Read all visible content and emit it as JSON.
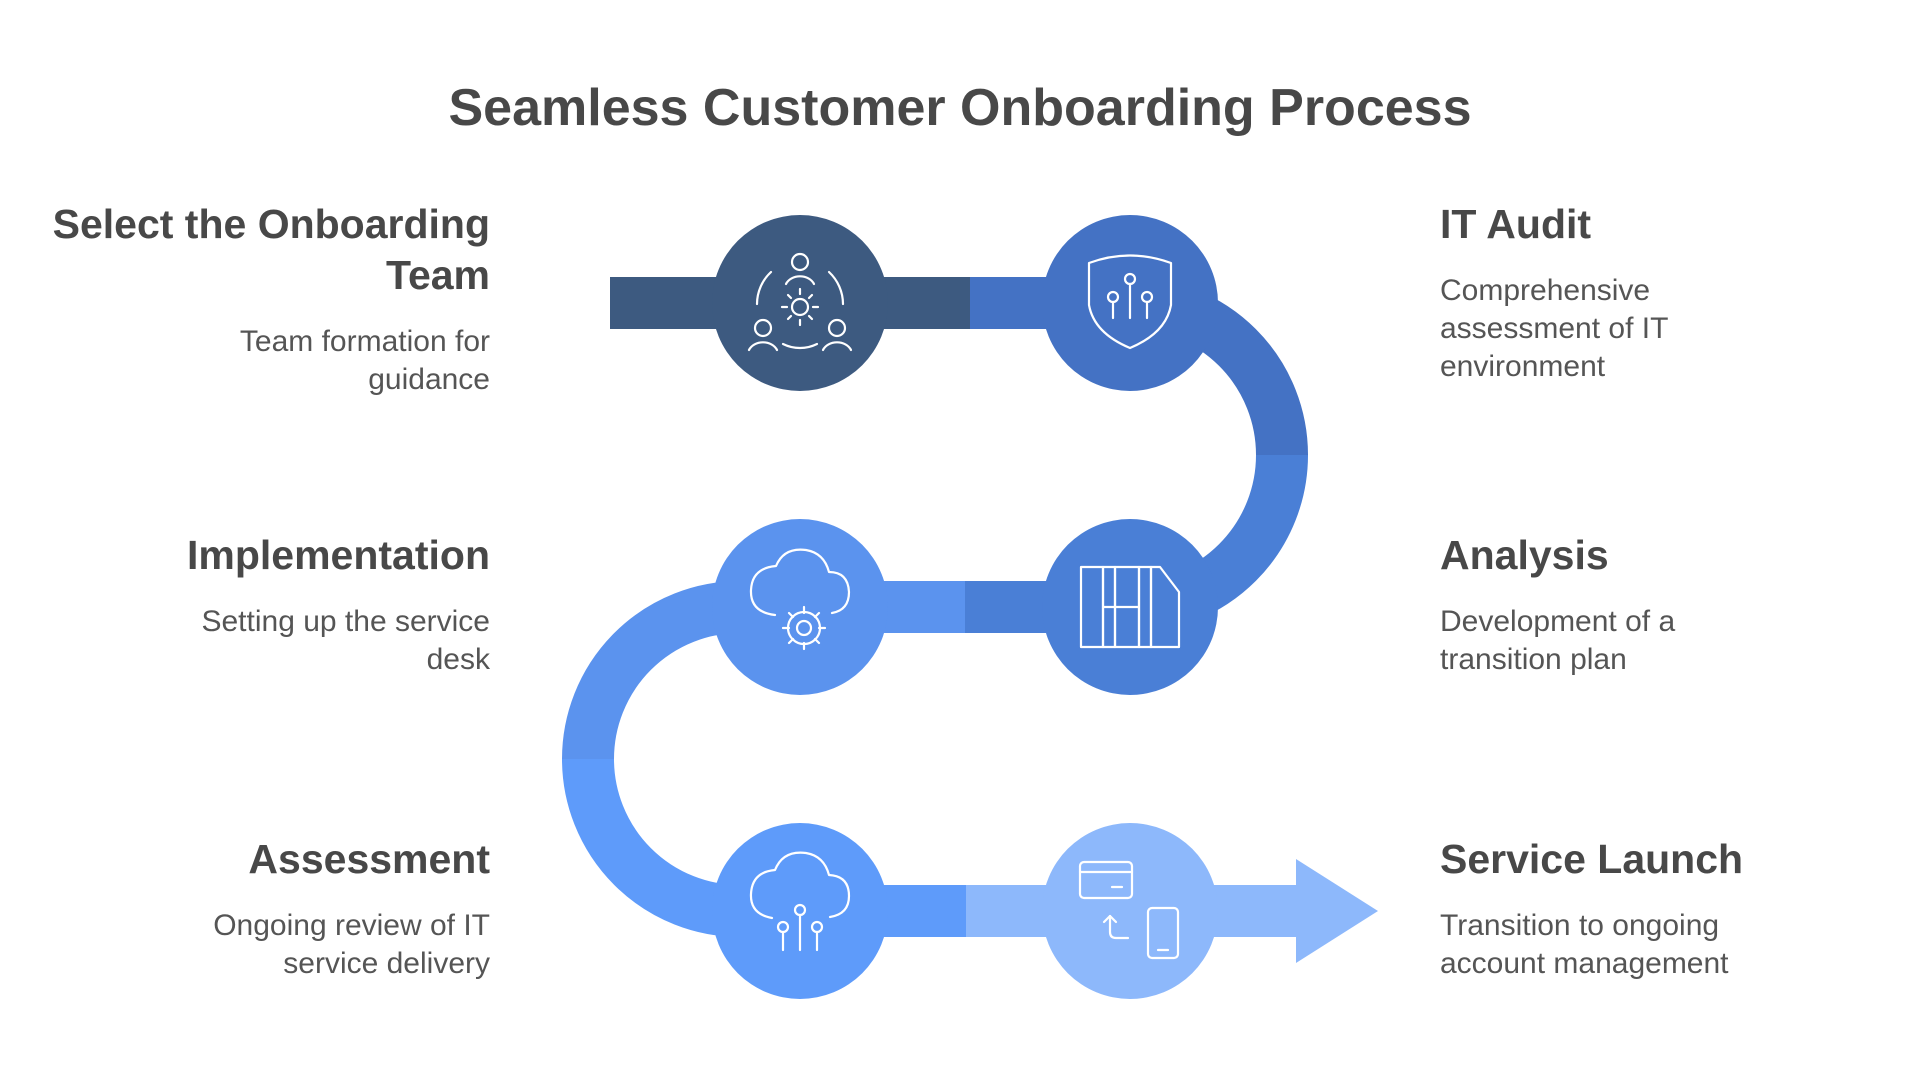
{
  "title": "Seamless Customer Onboarding Process",
  "steps": {
    "select_team": {
      "title": "Select the Onboarding Team",
      "description": "Team formation for guidance",
      "icon": "team-gear-icon",
      "color": "#3d5a80"
    },
    "it_audit": {
      "title": "IT Audit",
      "description": "Comprehensive assessment of IT environment",
      "icon": "shield-icon",
      "color": "#4472c4"
    },
    "analysis": {
      "title": "Analysis",
      "description": "Development of a transition plan",
      "icon": "blueprint-icon",
      "color": "#4a7fd6"
    },
    "implementation": {
      "title": "Implementation",
      "description": "Setting up the service desk",
      "icon": "cloud-gear-icon",
      "color": "#5b93ee"
    },
    "assessment": {
      "title": "Assessment",
      "description": "Ongoing review of IT service delivery",
      "icon": "cloud-nodes-icon",
      "color": "#5e9bfa"
    },
    "service_launch": {
      "title": "Service Launch",
      "description": "Transition to ongoing account management",
      "icon": "card-to-phone-icon",
      "color": "#8db8fb"
    }
  }
}
